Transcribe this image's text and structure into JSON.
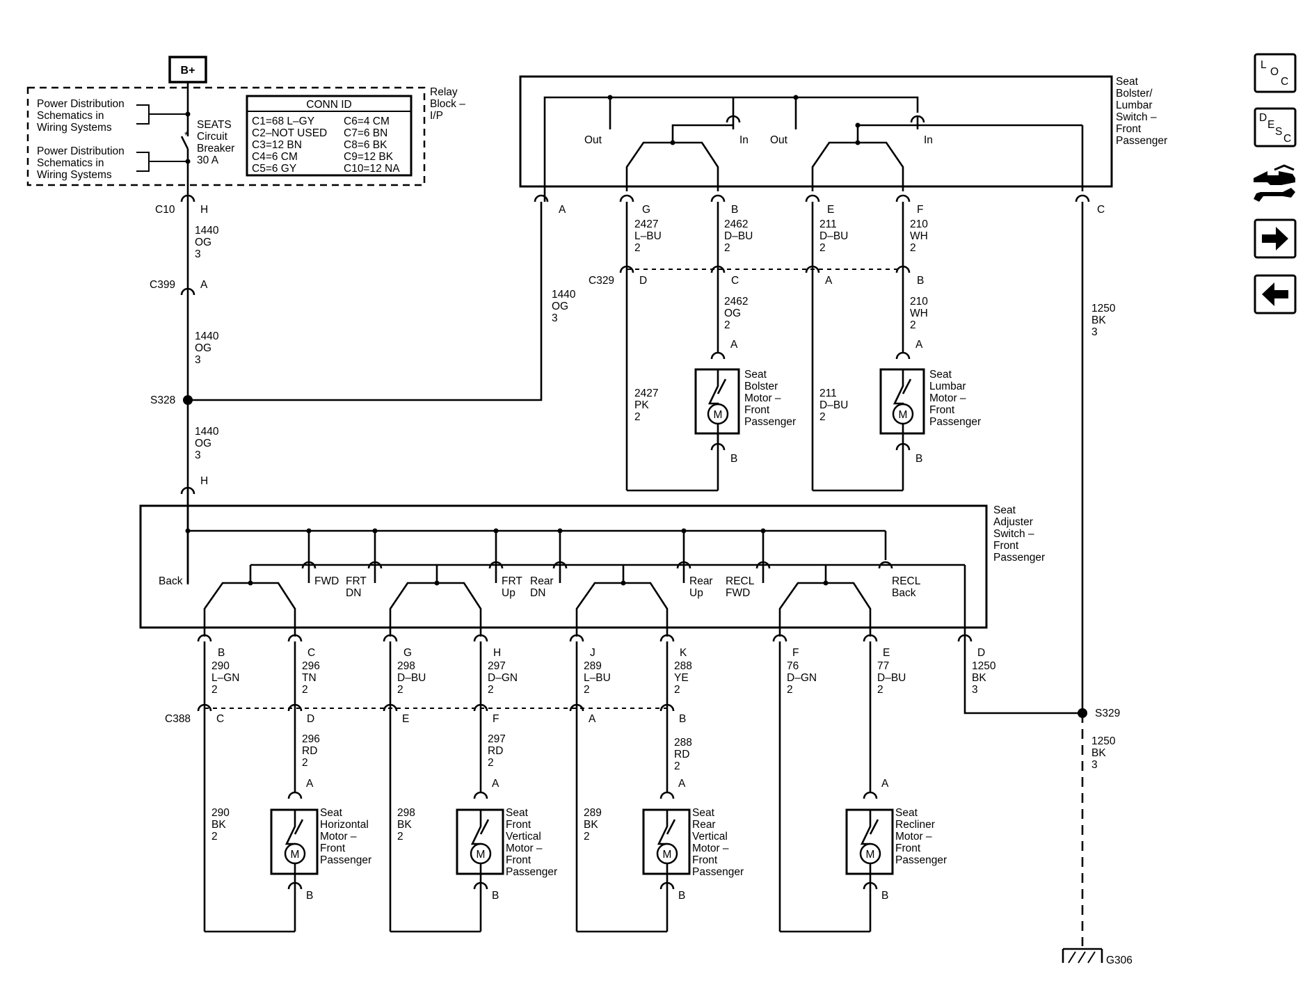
{
  "header": {
    "battery": "B+",
    "relay_block": [
      "Relay",
      "Block –",
      "I/P"
    ],
    "pd_label_1": [
      "Power Distribution",
      "Schematics in",
      "Wiring Systems"
    ],
    "pd_label_2": [
      "Power Distribution",
      "Schematics in",
      "Wiring Systems"
    ],
    "breaker": [
      "SEATS",
      "Circuit",
      "Breaker",
      "30 A"
    ],
    "conn_id": {
      "title": "CONN ID",
      "left": [
        "C1=68 L–GY",
        "C2–NOT USED",
        "C3=12 BN",
        "C4=6 CM",
        "C5=6 GY"
      ],
      "right": [
        "C6=4 CM",
        "C7=6 BN",
        "C8=6 BK",
        "C9=12 BK",
        "C10=12 NA"
      ]
    }
  },
  "connectors": {
    "c10": "C10",
    "c10_pin": "H",
    "c399": "C399",
    "c399_pin": "A",
    "s328": "S328",
    "h_pin": "H",
    "c329": "C329",
    "c388": "C388",
    "s329": "S329",
    "g306": "G306"
  },
  "wires": {
    "w1440_a": [
      "1440",
      "OG",
      "3"
    ],
    "w1440_b": [
      "1440",
      "OG",
      "3"
    ],
    "w1440_c": [
      "1440",
      "OG",
      "3"
    ],
    "w1440_d": [
      "1440",
      "OG",
      "3"
    ],
    "w1250_a": [
      "1250",
      "BK",
      "3"
    ],
    "w1250_b": [
      "1250",
      "BK",
      "3"
    ],
    "w1250_c": [
      "1250",
      "BK",
      "3"
    ]
  },
  "bolster_switch": {
    "title": [
      "Seat",
      "Bolster/",
      "Lumbar",
      "Switch –",
      "Front",
      "Passenger"
    ],
    "contacts": [
      "Out",
      "In",
      "Out",
      "In"
    ],
    "pins": [
      "A",
      "G",
      "B",
      "E",
      "F",
      "C"
    ],
    "wires_top": [
      [
        "2427",
        "L–BU",
        "2"
      ],
      [
        "2462",
        "D–BU",
        "2"
      ],
      [
        "211",
        "D–BU",
        "2"
      ],
      [
        "210",
        "WH",
        "2"
      ]
    ],
    "c329_pins": [
      "D",
      "C",
      "A",
      "B"
    ],
    "wires_bottom": [
      [
        "2427",
        "PK",
        "2"
      ],
      [
        "2462",
        "OG",
        "2"
      ],
      [
        "211",
        "D–BU",
        "2"
      ],
      [
        "210",
        "WH",
        "2"
      ]
    ],
    "motors": [
      {
        "name": [
          "Seat",
          "Bolster",
          "Motor –",
          "Front",
          "Passenger"
        ],
        "pin_a": "A",
        "pin_b": "B",
        "symbol": "M"
      },
      {
        "name": [
          "Seat",
          "Lumbar",
          "Motor –",
          "Front",
          "Passenger"
        ],
        "pin_a": "A",
        "pin_b": "B",
        "symbol": "M"
      }
    ]
  },
  "adjuster_switch": {
    "title": [
      "Seat",
      "Adjuster",
      "Switch –",
      "Front",
      "Passenger"
    ],
    "contacts": {
      "back": "Back",
      "fwd": "FWD",
      "frt_dn": [
        "FRT",
        "DN"
      ],
      "frt_up": [
        "FRT",
        "Up"
      ],
      "rear_dn": [
        "Rear",
        "DN"
      ],
      "rear_up": [
        "Rear",
        "Up"
      ],
      "recl_fwd": [
        "RECL",
        "FWD"
      ],
      "recl_back": [
        "RECL",
        "Back"
      ]
    },
    "pins": [
      "B",
      "C",
      "G",
      "H",
      "J",
      "K",
      "F",
      "E",
      "D"
    ],
    "wires_top": [
      [
        "290",
        "L–GN",
        "2"
      ],
      [
        "296",
        "TN",
        "2"
      ],
      [
        "298",
        "D–BU",
        "2"
      ],
      [
        "297",
        "D–GN",
        "2"
      ],
      [
        "289",
        "L–BU",
        "2"
      ],
      [
        "288",
        "YE",
        "2"
      ],
      [
        "76",
        "D–GN",
        "2"
      ],
      [
        "77",
        "D–BU",
        "2"
      ],
      [
        "1250",
        "BK",
        "3"
      ]
    ],
    "c388_pins": [
      "C",
      "D",
      "E",
      "F",
      "A",
      "B"
    ],
    "wires_bottom": [
      [
        "290",
        "BK",
        "2"
      ],
      [
        "296",
        "RD",
        "2"
      ],
      [
        "298",
        "BK",
        "2"
      ],
      [
        "297",
        "RD",
        "2"
      ],
      [
        "289",
        "BK",
        "2"
      ],
      [
        "288",
        "RD",
        "2"
      ]
    ],
    "motors": [
      {
        "name": [
          "Seat",
          "Horizontal",
          "Motor –",
          "Front",
          "Passenger"
        ],
        "pin_a": "A",
        "pin_b": "B",
        "symbol": "M"
      },
      {
        "name": [
          "Seat",
          "Front",
          "Vertical",
          "Motor –",
          "Front",
          "Passenger"
        ],
        "pin_a": "A",
        "pin_b": "B",
        "symbol": "M"
      },
      {
        "name": [
          "Seat",
          "Rear",
          "Vertical",
          "Motor –",
          "Front",
          "Passenger"
        ],
        "pin_a": "A",
        "pin_b": "B",
        "symbol": "M"
      },
      {
        "name": [
          "Seat",
          "Recliner",
          "Motor –",
          "Front",
          "Passenger"
        ],
        "pin_a": "A",
        "pin_b": "B",
        "symbol": "M"
      }
    ]
  },
  "nav": {
    "loc": [
      "L",
      "O",
      "C"
    ],
    "desc": [
      "D",
      "E",
      "S",
      "C"
    ],
    "icons": [
      "connector-wrench-icon",
      "arrow-right-icon",
      "arrow-left-icon"
    ]
  }
}
